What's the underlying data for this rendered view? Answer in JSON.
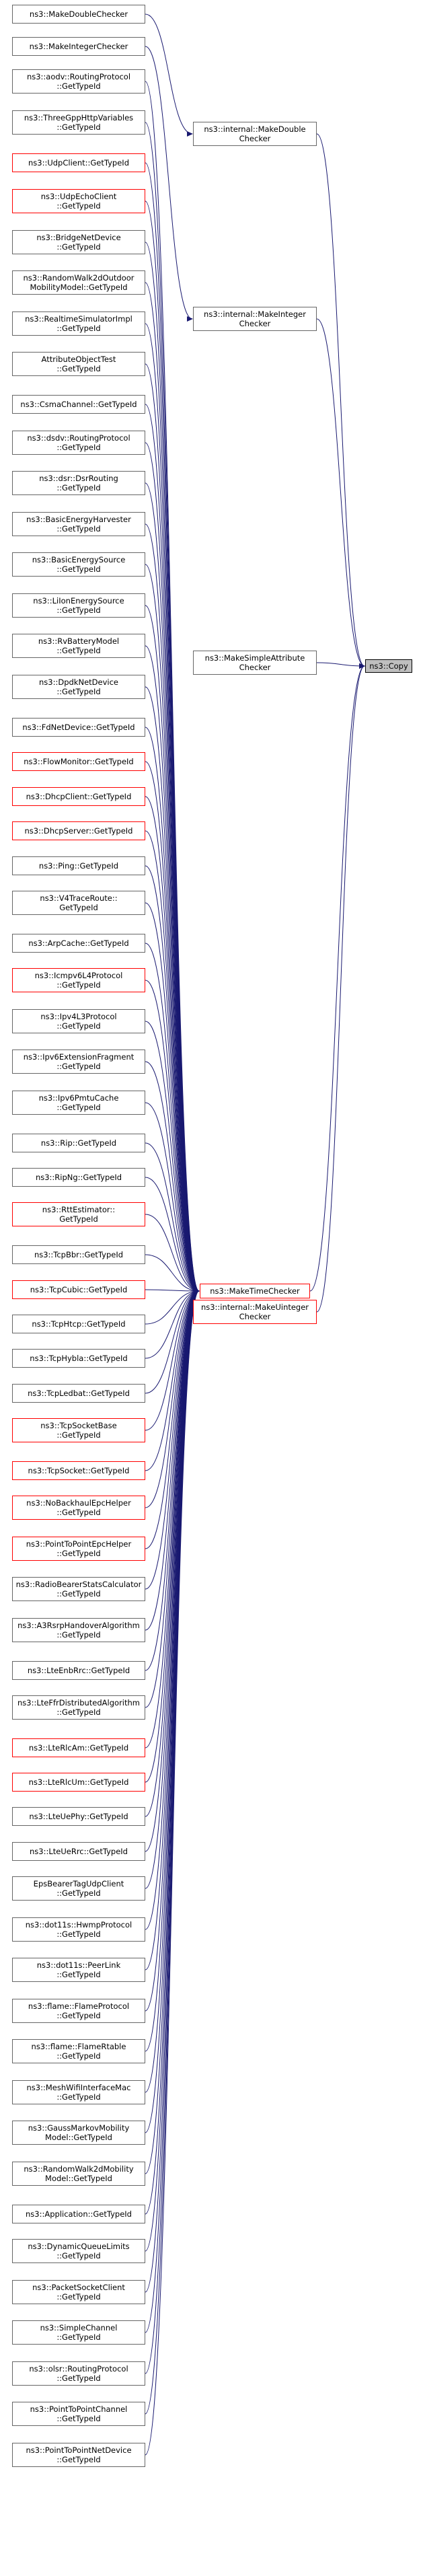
{
  "edge_color": "#191970",
  "colors": {
    "default_border": "#666666",
    "red_border": "#ff0000",
    "highlight_fill": "#bfbfbf"
  },
  "nodes": [
    {
      "id": "MakeDoubleChecker",
      "lines": [
        "ns3::MakeDoubleChecker"
      ]
    },
    {
      "id": "MakeIntegerChecker",
      "lines": [
        "ns3::MakeIntegerChecker"
      ]
    },
    {
      "id": "aodv",
      "lines": [
        "ns3::aodv::RoutingProtocol",
        "::GetTypeId"
      ]
    },
    {
      "id": "ThreeGpp",
      "lines": [
        "ns3::ThreeGppHttpVariables",
        "::GetTypeId"
      ]
    },
    {
      "id": "UdpClient",
      "lines": [
        "ns3::UdpClient::GetTypeId"
      ],
      "red": true
    },
    {
      "id": "UdpEcho",
      "lines": [
        "ns3::UdpEchoClient",
        "::GetTypeId"
      ],
      "red": true
    },
    {
      "id": "BridgeNet",
      "lines": [
        "ns3::BridgeNetDevice",
        "::GetTypeId"
      ]
    },
    {
      "id": "RW2dOutdoor",
      "lines": [
        "ns3::RandomWalk2dOutdoor",
        "MobilityModel::GetTypeId"
      ]
    },
    {
      "id": "RealtimeSim",
      "lines": [
        "ns3::RealtimeSimulatorImpl",
        "::GetTypeId"
      ]
    },
    {
      "id": "AttrObj",
      "lines": [
        "AttributeObjectTest",
        "::GetTypeId"
      ]
    },
    {
      "id": "Csma",
      "lines": [
        "ns3::CsmaChannel::GetTypeId"
      ]
    },
    {
      "id": "dsdv",
      "lines": [
        "ns3::dsdv::RoutingProtocol",
        "::GetTypeId"
      ]
    },
    {
      "id": "dsr",
      "lines": [
        "ns3::dsr::DsrRouting",
        "::GetTypeId"
      ]
    },
    {
      "id": "BasicHarv",
      "lines": [
        "ns3::BasicEnergyHarvester",
        "::GetTypeId"
      ]
    },
    {
      "id": "BasicSrc",
      "lines": [
        "ns3::BasicEnergySource",
        "::GetTypeId"
      ]
    },
    {
      "id": "LiIon",
      "lines": [
        "ns3::LiIonEnergySource",
        "::GetTypeId"
      ]
    },
    {
      "id": "RvBattery",
      "lines": [
        "ns3::RvBatteryModel",
        "::GetTypeId"
      ]
    },
    {
      "id": "Dpdk",
      "lines": [
        "ns3::DpdkNetDevice",
        "::GetTypeId"
      ]
    },
    {
      "id": "FdNet",
      "lines": [
        "ns3::FdNetDevice::GetTypeId"
      ]
    },
    {
      "id": "FlowMon",
      "lines": [
        "ns3::FlowMonitor::GetTypeId"
      ],
      "red": true
    },
    {
      "id": "DhcpC",
      "lines": [
        "ns3::DhcpClient::GetTypeId"
      ],
      "red": true
    },
    {
      "id": "DhcpS",
      "lines": [
        "ns3::DhcpServer::GetTypeId"
      ],
      "red": true
    },
    {
      "id": "Ping",
      "lines": [
        "ns3::Ping::GetTypeId"
      ]
    },
    {
      "id": "V4Trace",
      "lines": [
        "ns3::V4TraceRoute::",
        "GetTypeId"
      ]
    },
    {
      "id": "ArpCache",
      "lines": [
        "ns3::ArpCache::GetTypeId"
      ]
    },
    {
      "id": "Icmpv6L4",
      "lines": [
        "ns3::Icmpv6L4Protocol",
        "::GetTypeId"
      ],
      "red": true
    },
    {
      "id": "Ipv4L3",
      "lines": [
        "ns3::Ipv4L3Protocol",
        "::GetTypeId"
      ]
    },
    {
      "id": "Ipv6Frag",
      "lines": [
        "ns3::Ipv6ExtensionFragment",
        "::GetTypeId"
      ]
    },
    {
      "id": "Ipv6Pmtu",
      "lines": [
        "ns3::Ipv6PmtuCache",
        "::GetTypeId"
      ]
    },
    {
      "id": "Rip",
      "lines": [
        "ns3::Rip::GetTypeId"
      ]
    },
    {
      "id": "RipNg",
      "lines": [
        "ns3::RipNg::GetTypeId"
      ]
    },
    {
      "id": "RttEst",
      "lines": [
        "ns3::RttEstimator::",
        "GetTypeId"
      ],
      "red": true
    },
    {
      "id": "TcpBbr",
      "lines": [
        "ns3::TcpBbr::GetTypeId"
      ]
    },
    {
      "id": "TcpCubic",
      "lines": [
        "ns3::TcpCubic::GetTypeId"
      ],
      "red": true
    },
    {
      "id": "TcpHtcp",
      "lines": [
        "ns3::TcpHtcp::GetTypeId"
      ]
    },
    {
      "id": "TcpHybla",
      "lines": [
        "ns3::TcpHybla::GetTypeId"
      ]
    },
    {
      "id": "TcpLedbat",
      "lines": [
        "ns3::TcpLedbat::GetTypeId"
      ]
    },
    {
      "id": "TcpSockBase",
      "lines": [
        "ns3::TcpSocketBase",
        "::GetTypeId"
      ],
      "red": true
    },
    {
      "id": "TcpSock",
      "lines": [
        "ns3::TcpSocket::GetTypeId"
      ],
      "red": true
    },
    {
      "id": "NoBackhaul",
      "lines": [
        "ns3::NoBackhaulEpcHelper",
        "::GetTypeId"
      ],
      "red": true
    },
    {
      "id": "P2PEpc",
      "lines": [
        "ns3::PointToPointEpcHelper",
        "::GetTypeId"
      ],
      "red": true
    },
    {
      "id": "RadioBearer",
      "lines": [
        "ns3::RadioBearerStatsCalculator",
        "::GetTypeId"
      ]
    },
    {
      "id": "A3Rsrp",
      "lines": [
        "ns3::A3RsrpHandoverAlgorithm",
        "::GetTypeId"
      ]
    },
    {
      "id": "LteEnbRrc",
      "lines": [
        "ns3::LteEnbRrc::GetTypeId"
      ]
    },
    {
      "id": "LteFfr",
      "lines": [
        "ns3::LteFfrDistributedAlgorithm",
        "::GetTypeId"
      ]
    },
    {
      "id": "LteRlcAm",
      "lines": [
        "ns3::LteRlcAm::GetTypeId"
      ],
      "red": true
    },
    {
      "id": "LteRlcUm",
      "lines": [
        "ns3::LteRlcUm::GetTypeId"
      ],
      "red": true
    },
    {
      "id": "LteUePhy",
      "lines": [
        "ns3::LteUePhy::GetTypeId"
      ]
    },
    {
      "id": "LteUeRrc",
      "lines": [
        "ns3::LteUeRrc::GetTypeId"
      ]
    },
    {
      "id": "EpsBearer",
      "lines": [
        "EpsBearerTagUdpClient",
        "::GetTypeId"
      ]
    },
    {
      "id": "Hwmp",
      "lines": [
        "ns3::dot11s::HwmpProtocol",
        "::GetTypeId"
      ]
    },
    {
      "id": "PeerLink",
      "lines": [
        "ns3::dot11s::PeerLink",
        "::GetTypeId"
      ]
    },
    {
      "id": "FlameProto",
      "lines": [
        "ns3::flame::FlameProtocol",
        "::GetTypeId"
      ]
    },
    {
      "id": "FlameRtable",
      "lines": [
        "ns3::flame::FlameRtable",
        "::GetTypeId"
      ]
    },
    {
      "id": "MeshWifi",
      "lines": [
        "ns3::MeshWifiInterfaceMac",
        "::GetTypeId"
      ]
    },
    {
      "id": "GaussMarkov",
      "lines": [
        "ns3::GaussMarkovMobility",
        "Model::GetTypeId"
      ]
    },
    {
      "id": "RW2d",
      "lines": [
        "ns3::RandomWalk2dMobility",
        "Model::GetTypeId"
      ]
    },
    {
      "id": "Application",
      "lines": [
        "ns3::Application::GetTypeId"
      ]
    },
    {
      "id": "DynQueue",
      "lines": [
        "ns3::DynamicQueueLimits",
        "::GetTypeId"
      ]
    },
    {
      "id": "PacketSock",
      "lines": [
        "ns3::PacketSocketClient",
        "::GetTypeId"
      ]
    },
    {
      "id": "SimpleChan",
      "lines": [
        "ns3::SimpleChannel",
        "::GetTypeId"
      ]
    },
    {
      "id": "olsr",
      "lines": [
        "ns3::olsr::RoutingProtocol",
        "::GetTypeId"
      ]
    },
    {
      "id": "P2PChan",
      "lines": [
        "ns3::PointToPointChannel",
        "::GetTypeId"
      ]
    },
    {
      "id": "P2PNet",
      "lines": [
        "ns3::PointToPointNetDevice",
        "::GetTypeId"
      ]
    },
    {
      "id": "IntMakeDouble",
      "lines": [
        "ns3::internal::MakeDouble",
        "Checker"
      ]
    },
    {
      "id": "IntMakeInteger",
      "lines": [
        "ns3::internal::MakeInteger",
        "Checker"
      ]
    },
    {
      "id": "MakeSimpleAttr",
      "lines": [
        "ns3::MakeSimpleAttribute",
        "Checker"
      ]
    },
    {
      "id": "MakeTime",
      "lines": [
        "ns3::MakeTimeChecker"
      ],
      "red": true
    },
    {
      "id": "IntMakeUint",
      "lines": [
        "ns3::internal::MakeUinteger",
        "Checker"
      ],
      "red": true
    },
    {
      "id": "Copy",
      "lines": [
        "ns3::Copy"
      ],
      "highlight": true
    }
  ],
  "edges": [
    [
      "MakeDoubleChecker",
      "IntMakeDouble"
    ],
    [
      "MakeIntegerChecker",
      "IntMakeInteger"
    ],
    [
      "aodv",
      "MakeTime"
    ],
    [
      "ThreeGpp",
      "MakeTime"
    ],
    [
      "UdpClient",
      "MakeTime"
    ],
    [
      "UdpEcho",
      "MakeTime"
    ],
    [
      "BridgeNet",
      "MakeTime"
    ],
    [
      "RW2dOutdoor",
      "MakeTime"
    ],
    [
      "RealtimeSim",
      "MakeTime"
    ],
    [
      "AttrObj",
      "MakeTime"
    ],
    [
      "Csma",
      "MakeTime"
    ],
    [
      "dsdv",
      "MakeTime"
    ],
    [
      "dsr",
      "MakeTime"
    ],
    [
      "BasicHarv",
      "MakeTime"
    ],
    [
      "BasicSrc",
      "MakeTime"
    ],
    [
      "LiIon",
      "MakeTime"
    ],
    [
      "RvBattery",
      "MakeTime"
    ],
    [
      "Dpdk",
      "MakeTime"
    ],
    [
      "FdNet",
      "MakeTime"
    ],
    [
      "FlowMon",
      "MakeTime"
    ],
    [
      "DhcpC",
      "MakeTime"
    ],
    [
      "DhcpS",
      "MakeTime"
    ],
    [
      "Ping",
      "MakeTime"
    ],
    [
      "V4Trace",
      "MakeTime"
    ],
    [
      "ArpCache",
      "MakeTime"
    ],
    [
      "Icmpv6L4",
      "MakeTime"
    ],
    [
      "Ipv4L3",
      "MakeTime"
    ],
    [
      "Ipv6Frag",
      "MakeTime"
    ],
    [
      "Ipv6Pmtu",
      "MakeTime"
    ],
    [
      "Rip",
      "MakeTime"
    ],
    [
      "RipNg",
      "MakeTime"
    ],
    [
      "RttEst",
      "MakeTime"
    ],
    [
      "TcpBbr",
      "MakeTime"
    ],
    [
      "TcpCubic",
      "MakeTime"
    ],
    [
      "TcpHtcp",
      "MakeTime"
    ],
    [
      "TcpHybla",
      "MakeTime"
    ],
    [
      "TcpLedbat",
      "MakeTime"
    ],
    [
      "TcpSockBase",
      "MakeTime"
    ],
    [
      "TcpSock",
      "MakeTime"
    ],
    [
      "NoBackhaul",
      "MakeTime"
    ],
    [
      "P2PEpc",
      "MakeTime"
    ],
    [
      "RadioBearer",
      "MakeTime"
    ],
    [
      "A3Rsrp",
      "MakeTime"
    ],
    [
      "LteEnbRrc",
      "MakeTime"
    ],
    [
      "LteFfr",
      "MakeTime"
    ],
    [
      "LteRlcAm",
      "MakeTime"
    ],
    [
      "LteRlcUm",
      "MakeTime"
    ],
    [
      "LteUePhy",
      "MakeTime"
    ],
    [
      "LteUeRrc",
      "MakeTime"
    ],
    [
      "EpsBearer",
      "MakeTime"
    ],
    [
      "Hwmp",
      "MakeTime"
    ],
    [
      "PeerLink",
      "MakeTime"
    ],
    [
      "FlameProto",
      "MakeTime"
    ],
    [
      "FlameRtable",
      "MakeTime"
    ],
    [
      "MeshWifi",
      "MakeTime"
    ],
    [
      "GaussMarkov",
      "MakeTime"
    ],
    [
      "RW2d",
      "MakeTime"
    ],
    [
      "Application",
      "MakeTime"
    ],
    [
      "DynQueue",
      "MakeTime"
    ],
    [
      "PacketSock",
      "MakeTime"
    ],
    [
      "SimpleChan",
      "MakeTime"
    ],
    [
      "olsr",
      "MakeTime"
    ],
    [
      "P2PChan",
      "MakeTime"
    ],
    [
      "P2PNet",
      "MakeTime"
    ],
    [
      "IntMakeDouble",
      "Copy"
    ],
    [
      "IntMakeInteger",
      "Copy"
    ],
    [
      "MakeSimpleAttr",
      "Copy"
    ],
    [
      "MakeTime",
      "Copy"
    ],
    [
      "IntMakeUint",
      "Copy"
    ]
  ]
}
